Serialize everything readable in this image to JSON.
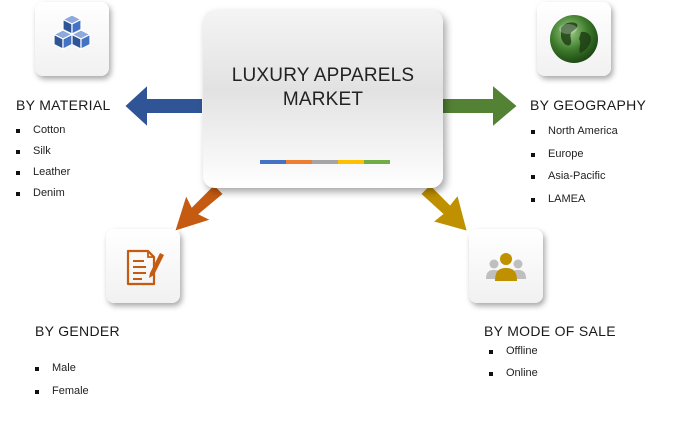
{
  "center": {
    "line1": "LUXURY APPARELS",
    "line2": "MARKET"
  },
  "colors": {
    "blue": "#2F5597",
    "green": "#548235",
    "orange": "#C55A11",
    "gold": "#BF9000",
    "bar": [
      "#4472C4",
      "#ED7D31",
      "#A5A5A5",
      "#FFC000",
      "#70AD47"
    ]
  },
  "icons": {
    "material": "cubes-icon",
    "geography": "globe-icon",
    "gender": "document-pen-icon",
    "mode_of_sale": "people-icon"
  },
  "segments": {
    "material": {
      "heading": "BY MATERIAL",
      "items": [
        "Cotton",
        "Silk",
        "Leather",
        "Denim"
      ]
    },
    "geography": {
      "heading": "BY GEOGRAPHY",
      "items": [
        "North America",
        "Europe",
        "Asia-Pacific",
        "LAMEA"
      ]
    },
    "gender": {
      "heading": "BY GENDER",
      "items": [
        "Male",
        "Female"
      ]
    },
    "mode_of_sale": {
      "heading": "BY MODE OF SALE",
      "items": [
        "Offline",
        "Online"
      ]
    }
  }
}
